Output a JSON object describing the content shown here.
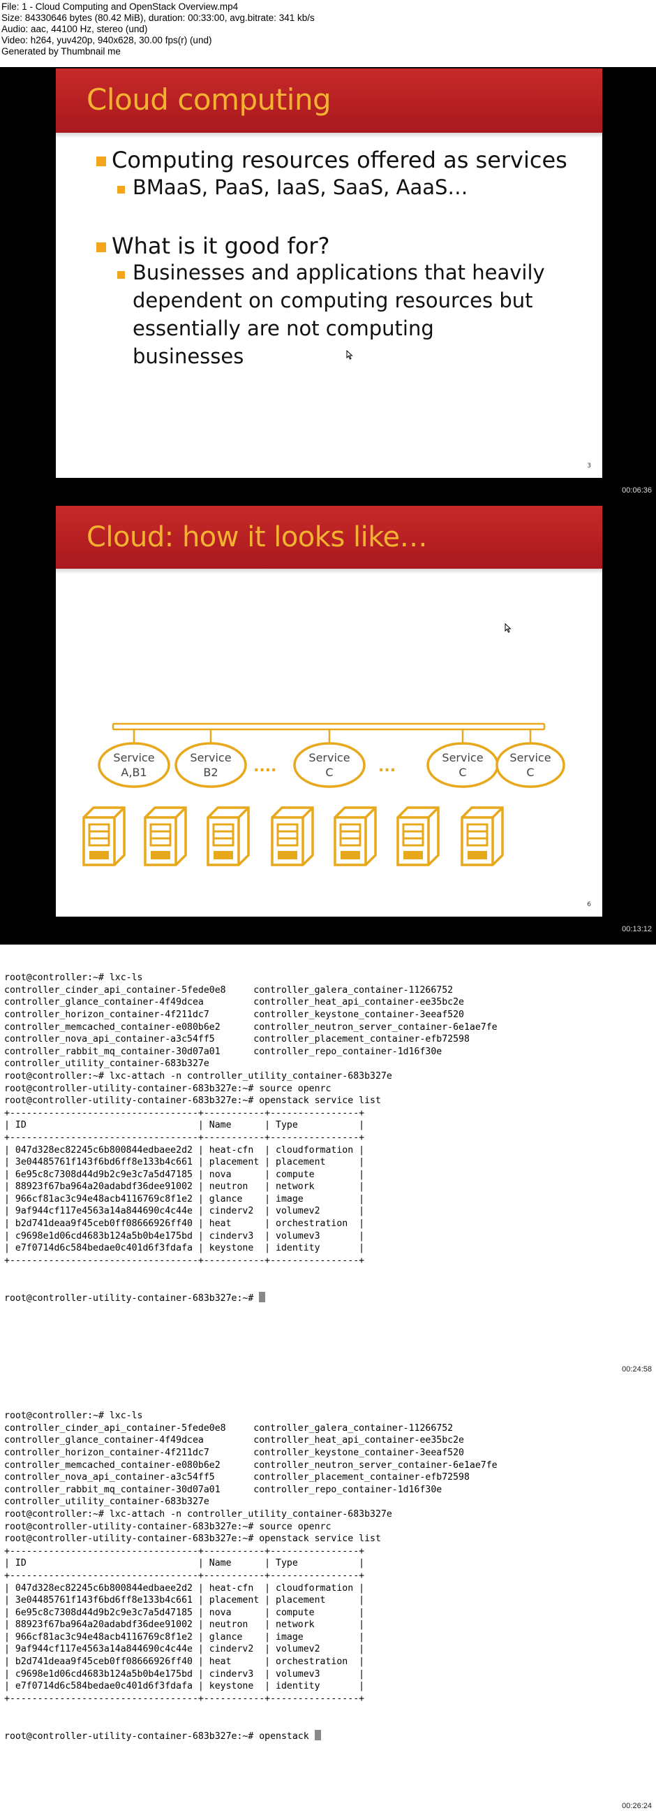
{
  "file_info": {
    "lines": [
      "File: 1 - Cloud Computing and OpenStack Overview.mp4",
      "Size: 84330646 bytes (80.42 MiB), duration: 00:33:00, avg.bitrate: 341 kb/s",
      "Audio: aac, 44100 Hz, stereo (und)",
      "Video: h264, yuv420p, 940x628, 30.00 fps(r) (und)",
      "Generated by Thumbnail me"
    ]
  },
  "timestamps": [
    "00:06:36",
    "00:13:12",
    "00:24:58",
    "00:26:24"
  ],
  "slide1": {
    "title": "Cloud computing",
    "bullets": [
      {
        "level": 1,
        "text": "Computing resources offered as services"
      },
      {
        "level": 2,
        "text": "BMaaS, PaaS, IaaS, SaaS, AaaS…"
      },
      {
        "level": 1,
        "text": "What is it good for?"
      },
      {
        "level": 2,
        "lines": [
          "Businesses and applications that heavily",
          "dependent on computing resources but",
          "essentially are not computing",
          "businesses"
        ]
      }
    ],
    "page": "3"
  },
  "slide2": {
    "title": "Cloud: how it looks like…",
    "services": [
      {
        "top": "Service",
        "bottom": "A,B1"
      },
      {
        "top": "Service",
        "bottom": "B2"
      },
      {
        "top": "Service",
        "bottom": "C"
      },
      {
        "top": "Service",
        "bottom": "C"
      },
      {
        "top": "Service",
        "bottom": "C"
      }
    ],
    "dots": "....",
    "dots2": "...",
    "page": "6",
    "colors": {
      "diagram": "#e8a81c"
    }
  },
  "terminal1": {
    "lines": [
      "root@controller:~# lxc-ls",
      "controller_cinder_api_container-5fede0e8     controller_galera_container-11266752",
      "controller_glance_container-4f49dcea         controller_heat_api_container-ee35bc2e",
      "controller_horizon_container-4f211dc7        controller_keystone_container-3eeaf520",
      "controller_memcached_container-e080b6e2      controller_neutron_server_container-6e1ae7fe",
      "controller_nova_api_container-a3c54ff5       controller_placement_container-efb72598",
      "controller_rabbit_mq_container-30d07a01      controller_repo_container-1d16f30e",
      "controller_utility_container-683b327e",
      "root@controller:~# lxc-attach -n controller_utility_container-683b327e",
      "root@controller-utility-container-683b327e:~# source openrc",
      "root@controller-utility-container-683b327e:~# openstack service list",
      "+----------------------------------+-----------+----------------+",
      "| ID                               | Name      | Type           |",
      "+----------------------------------+-----------+----------------+",
      "| 047d328ec82245c6b800844edbaee2d2 | heat-cfn  | cloudformation |",
      "| 3e04485761f143f6bd6ff8e133b4c661 | placement | placement      |",
      "| 6e95c8c7308d44d9b2c9e3c7a5d47185 | nova      | compute        |",
      "| 88923f67ba964a20adabdf36dee91002 | neutron   | network        |",
      "| 966cf81ac3c94e48acb4116769c8f1e2 | glance    | image          |",
      "| 9af944cf117e4563a14a844690c4c44e | cinderv2  | volumev2       |",
      "| b2d741deaa9f45ceb0ff08666926ff40 | heat      | orchestration  |",
      "| c9698e1d06cd4683b124a5b0b4e175bd | cinderv3  | volumev3       |",
      "| e7f0714d6c584bedae0c401d6f3fdafa | keystone  | identity       |",
      "+----------------------------------+-----------+----------------+"
    ],
    "prompt": "root@controller-utility-container-683b327e:~# "
  },
  "terminal2": {
    "lines": [
      "root@controller:~# lxc-ls",
      "controller_cinder_api_container-5fede0e8     controller_galera_container-11266752",
      "controller_glance_container-4f49dcea         controller_heat_api_container-ee35bc2e",
      "controller_horizon_container-4f211dc7        controller_keystone_container-3eeaf520",
      "controller_memcached_container-e080b6e2      controller_neutron_server_container-6e1ae7fe",
      "controller_nova_api_container-a3c54ff5       controller_placement_container-efb72598",
      "controller_rabbit_mq_container-30d07a01      controller_repo_container-1d16f30e",
      "controller_utility_container-683b327e",
      "root@controller:~# lxc-attach -n controller_utility_container-683b327e",
      "root@controller-utility-container-683b327e:~# source openrc",
      "root@controller-utility-container-683b327e:~# openstack service list",
      "+----------------------------------+-----------+----------------+",
      "| ID                               | Name      | Type           |",
      "+----------------------------------+-----------+----------------+",
      "| 047d328ec82245c6b800844edbaee2d2 | heat-cfn  | cloudformation |",
      "| 3e04485761f143f6bd6ff8e133b4c661 | placement | placement      |",
      "| 6e95c8c7308d44d9b2c9e3c7a5d47185 | nova      | compute        |",
      "| 88923f67ba964a20adabdf36dee91002 | neutron   | network        |",
      "| 966cf81ac3c94e48acb4116769c8f1e2 | glance    | image          |",
      "| 9af944cf117e4563a14a844690c4c44e | cinderv2  | volumev2       |",
      "| b2d741deaa9f45ceb0ff08666926ff40 | heat      | orchestration  |",
      "| c9698e1d06cd4683b124a5b0b4e175bd | cinderv3  | volumev3       |",
      "| e7f0714d6c584bedae0c401d6f3fdafa | keystone  | identity       |",
      "+----------------------------------+-----------+----------------+"
    ],
    "prompt": "root@controller-utility-container-683b327e:~# openstack "
  }
}
